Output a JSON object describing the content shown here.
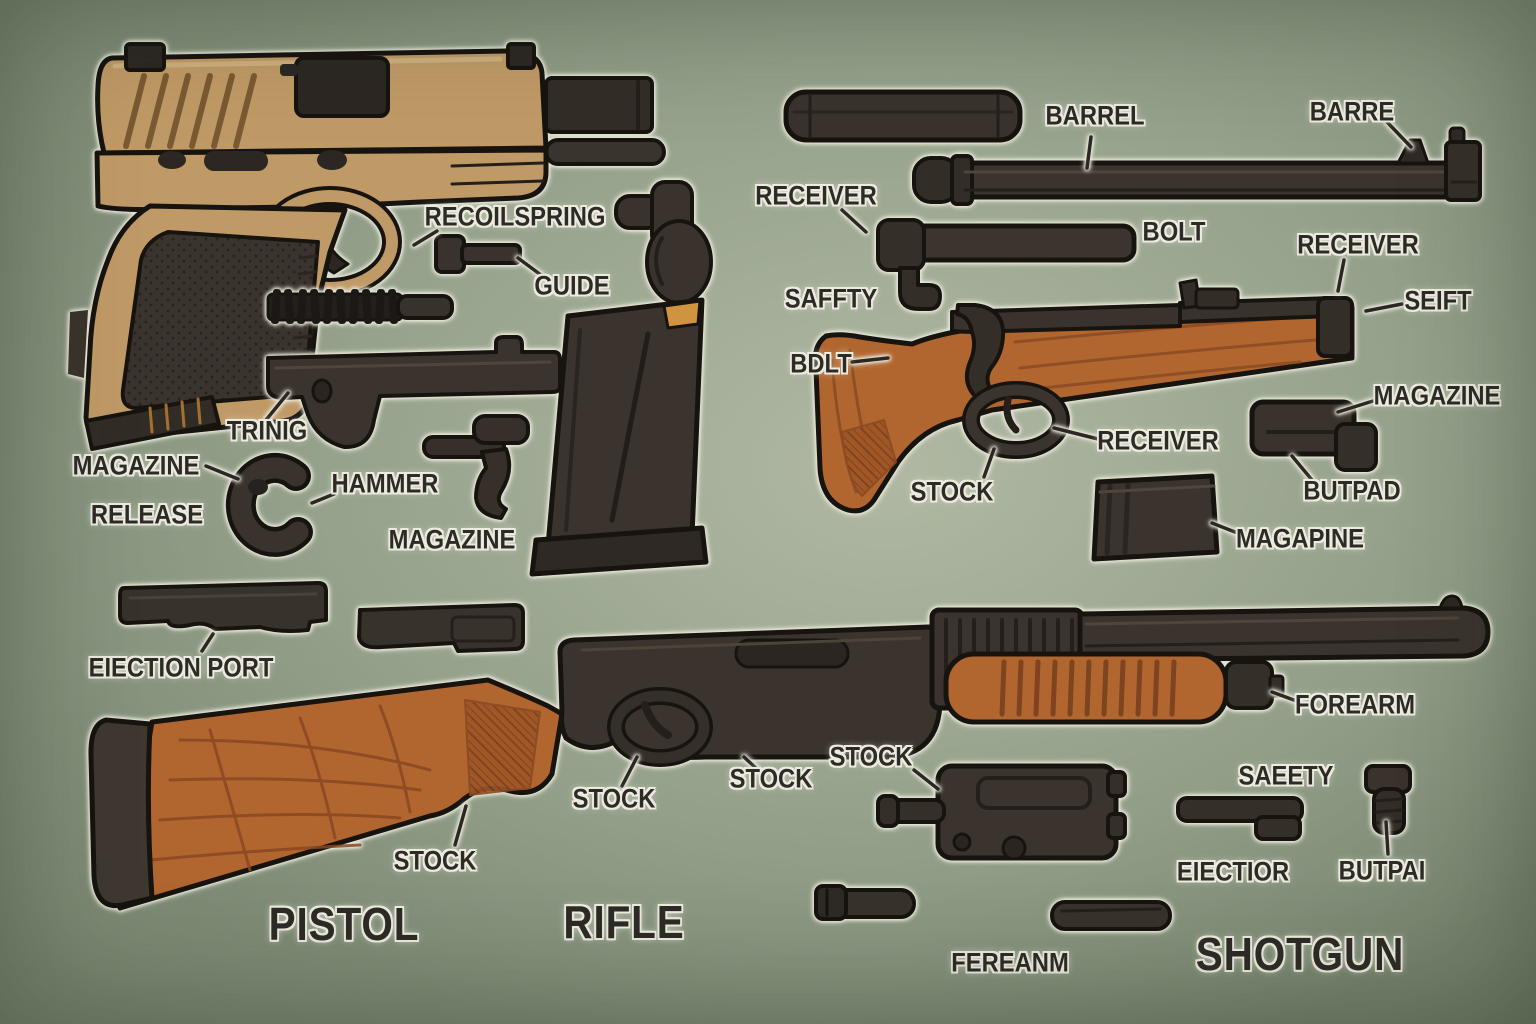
{
  "labels": {
    "recoilspring": "RECOILSPRING",
    "guide": "GUIDE",
    "trinig": "TRINIG",
    "magazine_release_1": "MAGAZINE",
    "magazine_release_2": "RELEASE",
    "hammer": "HAMMER",
    "magazine_pistol": "MAGAZINE",
    "barrel": "BARREL",
    "barre": "BARRE",
    "receiver_top": "RECEIVER",
    "bolt": "BOLT",
    "saffty": "SAFFTY",
    "receiver_mid": "RECEIVER",
    "seift": "SEIFT",
    "bdlt": "BDLT",
    "receiver_rifle": "RECEIVER",
    "stock_rifle": "STOCK",
    "magazine_rifle_part": "MAGAZINE",
    "butpad": "BUTPAD",
    "magapine": "MAGAPINE",
    "ejection_port": "EIECTION PORT",
    "stock_1": "STOCK",
    "stock_2": "STOCK",
    "stock_3": "STOCK",
    "stock_4": "STOCK",
    "forearm": "FOREARM",
    "saeety": "SAEETY",
    "eiectior": "EIECTIOR",
    "butpai": "BUTPAI",
    "fereanm": "FEREANM",
    "pistol_title": "PISTOL",
    "rifle_title": "RIFLE",
    "shotgun_title": "SHOTGUN"
  },
  "colors": {
    "background": "#94a18c",
    "metal": "#3b342e",
    "metal_dark": "#2c2723",
    "outline": "#17130f",
    "tan": "#c09a66",
    "wood": "#b2662f",
    "follower_orange": "#d0933f",
    "label_ink": "#2e2b26",
    "label_halo": "#ecebdf"
  }
}
